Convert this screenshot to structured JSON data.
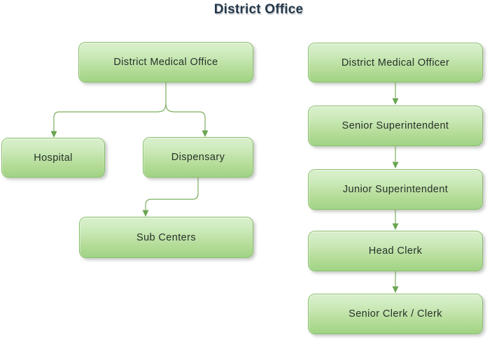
{
  "title": "District Office",
  "nodes": {
    "district_medical_office": {
      "label": "District Medical Office"
    },
    "hospital": {
      "label": "Hospital"
    },
    "dispensary": {
      "label": "Dispensary"
    },
    "sub_centers": {
      "label": "Sub Centers"
    },
    "district_medical_officer": {
      "label": "District Medical Officer"
    },
    "senior_superintendent": {
      "label": "Senior Superintendent"
    },
    "junior_superintendent": {
      "label": "Junior Superintendent"
    },
    "head_clerk": {
      "label": "Head Clerk"
    },
    "senior_clerk_clerk": {
      "label": "Senior Clerk / Clerk"
    }
  },
  "edges": [
    {
      "from": "District Medical Office",
      "to": "Hospital"
    },
    {
      "from": "District Medical Office",
      "to": "Dispensary"
    },
    {
      "from": "Dispensary",
      "to": "Sub Centers"
    },
    {
      "from": "District Medical Officer",
      "to": "Senior Superintendent"
    },
    {
      "from": "Senior Superintendent",
      "to": "Junior Superintendent"
    },
    {
      "from": "Junior Superintendent",
      "to": "Head Clerk"
    },
    {
      "from": "Head Clerk",
      "to": "Senior Clerk / Clerk"
    }
  ],
  "colors": {
    "node_fill_top": "#daf0cd",
    "node_fill_bottom": "#a0d384",
    "node_border": "#8abf6c",
    "connector_line": "#7aae5d",
    "arrowhead": "#69a551",
    "title_text": "#24384a",
    "node_text": "#27312a",
    "background": "#ffffff"
  }
}
